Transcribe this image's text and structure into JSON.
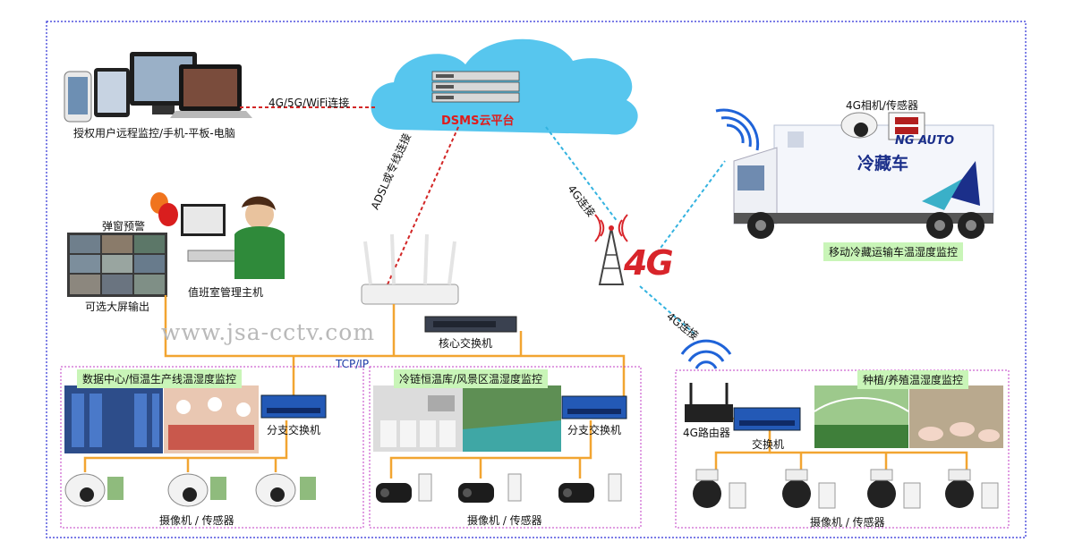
{
  "cloud": {
    "label": "DSMS云平台"
  },
  "links": {
    "remote": "4G/5G/WiFi连接",
    "adsl": "ADSL或专线连接",
    "g4_truck": "4G连接",
    "g4_farm": "4G连接",
    "tcpip": "TCP/IP"
  },
  "remote_users": {
    "label": "授权用户远程监控/手机-平板-电脑"
  },
  "duty_room": {
    "popup_alarm": "弹窗预警",
    "host": "值班室管理主机",
    "big_screen": "可选大屏输出"
  },
  "core_switch": {
    "label": "核心交换机"
  },
  "g4_tower": {
    "logo": "4G"
  },
  "truck": {
    "device_label": "4G相机/传感器",
    "caption": "移动冷藏运输车温湿度监控",
    "body_text": "冷藏车",
    "body_text2": "NG AUTO"
  },
  "watermark": "www.jsa-cctv.com",
  "zones": [
    {
      "title": "数据中心/恒温生产线温湿度监控",
      "switch": "分支交换机",
      "devices": "摄像机 / 传感器"
    },
    {
      "title": "冷链恒温库/风景区温湿度监控",
      "switch": "分支交换机",
      "devices": "摄像机 / 传感器"
    },
    {
      "title": "种植/养殖温湿度监控",
      "router": "4G路由器",
      "switch": "交换机",
      "devices": "摄像机 / 传感器"
    }
  ],
  "colors": {
    "outer_border": "#2c2fd6",
    "zone_border": "#c13cc4",
    "orange_wire": "#f2a531",
    "red_dashed": "#d22626",
    "cyan_dashed": "#34b3e0",
    "cloud": "#57c6ee",
    "tag_green": "#c9f5b8"
  }
}
